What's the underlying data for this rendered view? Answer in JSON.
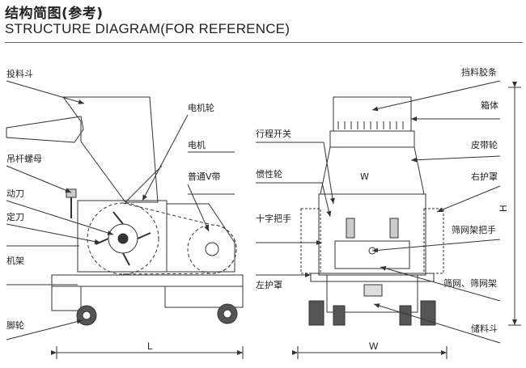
{
  "header": {
    "title_cn": "结构简图(参考)",
    "title_en": "STRUCTURE DIAGRAM(FOR REFERENCE)"
  },
  "labels": {
    "hopper": "投料斗",
    "motor_pulley": "电机轮",
    "motor": "电机",
    "v_belt": "普通V带",
    "hanging_nut": "吊杆螺母",
    "moving_knife": "动刀",
    "fixed_knife": "定刀",
    "frame": "机架",
    "caster": "脚轮",
    "travel_switch": "行程开关",
    "flywheel": "惯性轮",
    "cross_handle": "十字把手",
    "left_cover": "左护罩",
    "stopper_strip": "挡料胶条",
    "box": "箱体",
    "belt_pulley": "皮带轮",
    "right_cover": "右护罩",
    "screen_frame_handle": "筛网架把手",
    "screen": "筛网、筛网架",
    "storage_bin": "储料斗"
  },
  "dimensions": {
    "length": "L",
    "width": "W",
    "height": "H"
  }
}
